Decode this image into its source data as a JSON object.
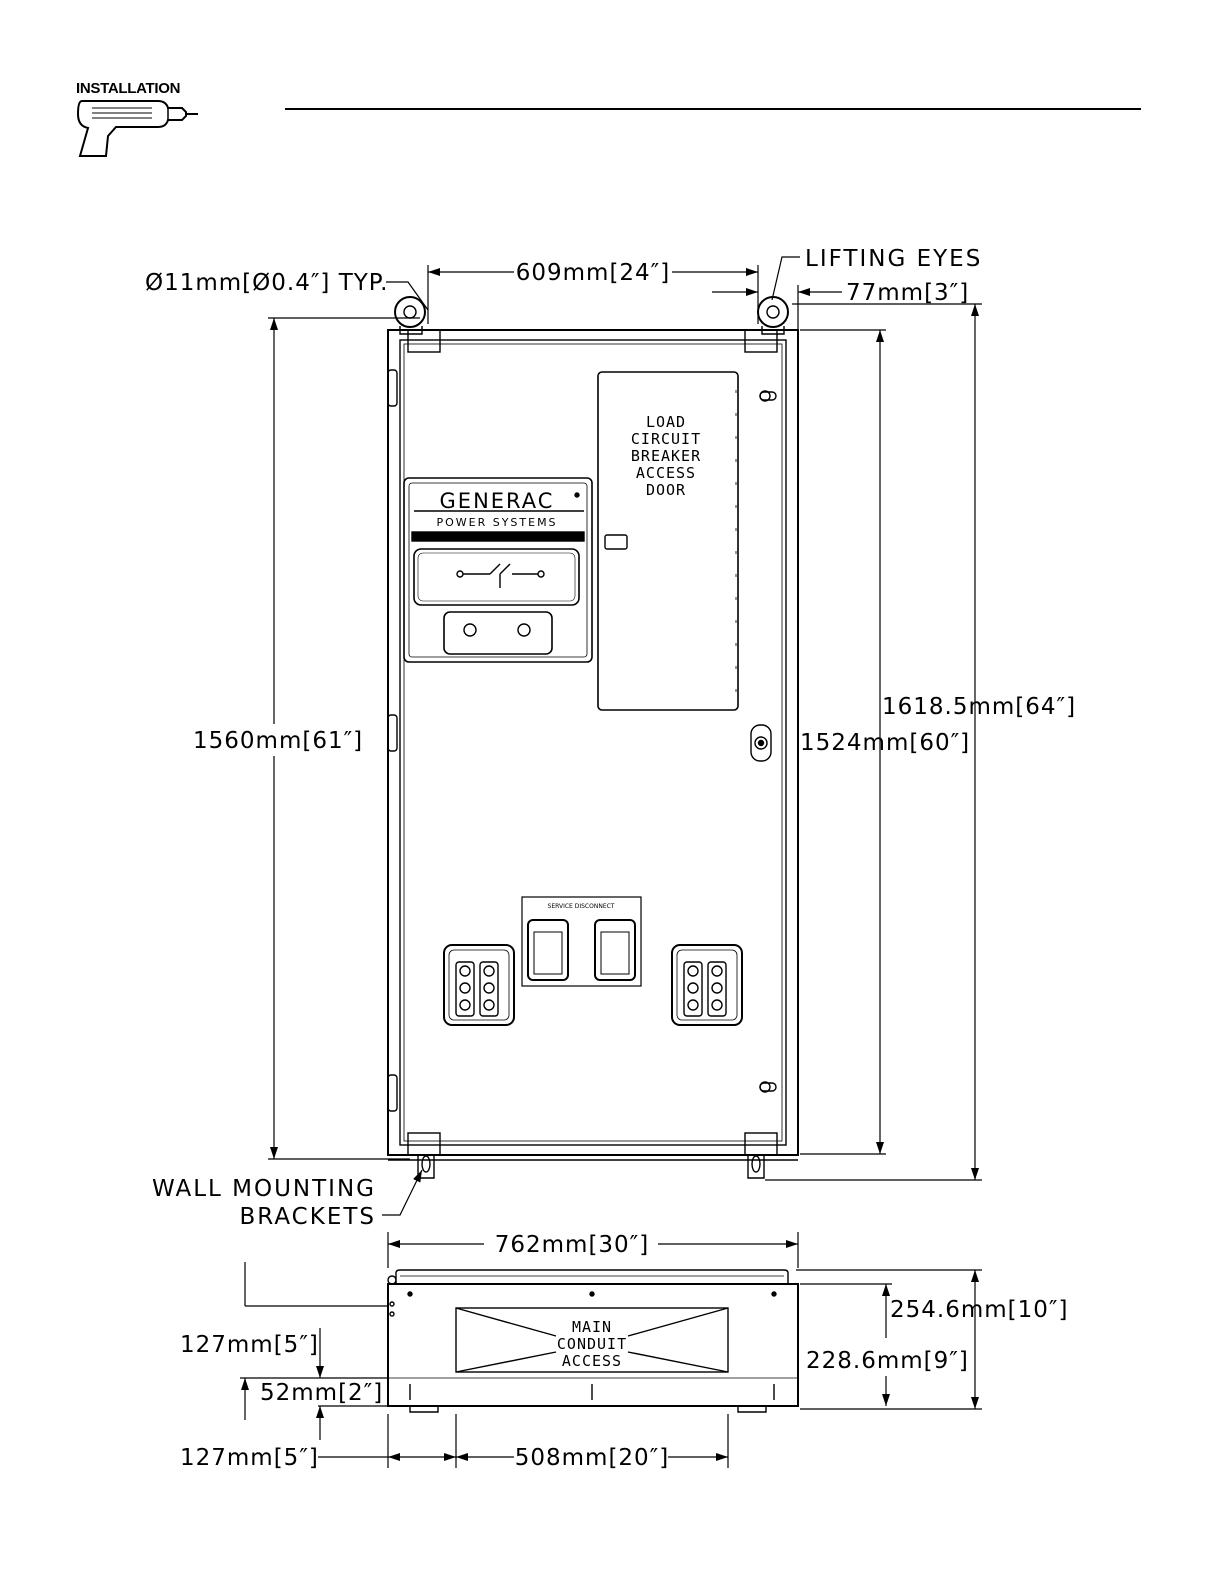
{
  "header": {
    "section": "INSTALLATION"
  },
  "front_view": {
    "hole_diameter": "Ø11mm[Ø0.4″] TYP.",
    "eye_spacing": "609mm[24″]",
    "lifting_eyes": "LIFTING EYES",
    "eye_offset": "77mm[3″]",
    "overall_height": "1618.5mm[64″]",
    "bracket_height": "1560mm[61″]",
    "body_height": "1524mm[60″]",
    "wall_brackets_line1": "WALL MOUNTING",
    "wall_brackets_line2": "BRACKETS",
    "door_label": [
      "LOAD",
      "CIRCUIT",
      "BREAKER",
      "ACCESS",
      "DOOR"
    ],
    "brand": "GENERAC",
    "brand_sub": "POWER SYSTEMS",
    "service_disconnect": "SERVICE DISCONNECT"
  },
  "bottom_view": {
    "width": "762mm[30″]",
    "depth_overall": "254.6mm[10″]",
    "depth_body": "228.6mm[9″]",
    "left_top_offset": "127mm[5″]",
    "left_small_offset": "52mm[2″]",
    "left_bottom_offset": "127mm[5″]",
    "conduit_width": "508mm[20″]",
    "conduit_label": [
      "MAIN",
      "CONDUIT",
      "ACCESS"
    ]
  }
}
